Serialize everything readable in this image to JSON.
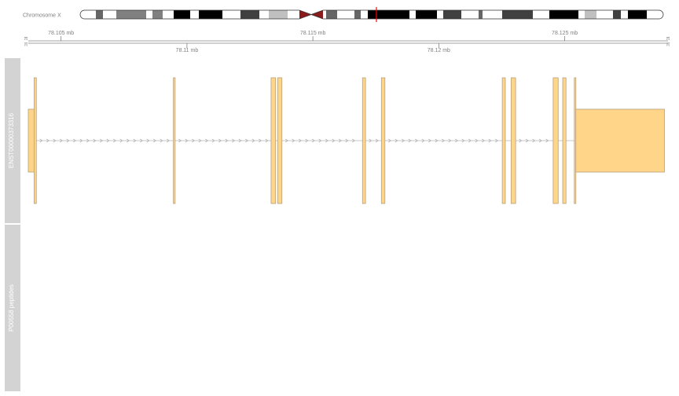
{
  "ideogram": {
    "label": "Chromosome X",
    "bands": [
      {
        "w": 20,
        "fill": "#ffffff"
      },
      {
        "w": 9,
        "fill": "#666666"
      },
      {
        "w": 17,
        "fill": "#ffffff"
      },
      {
        "w": 38,
        "fill": "#808080"
      },
      {
        "w": 8,
        "fill": "#ffffff"
      },
      {
        "w": 13,
        "fill": "#808080"
      },
      {
        "w": 14,
        "fill": "#ffffff"
      },
      {
        "w": 21,
        "fill": "#000000"
      },
      {
        "w": 11,
        "fill": "#ffffff"
      },
      {
        "w": 30,
        "fill": "#000000"
      },
      {
        "w": 23,
        "fill": "#ffffff"
      },
      {
        "w": 24,
        "fill": "#404040"
      },
      {
        "w": 12,
        "fill": "#ffffff"
      },
      {
        "w": 24,
        "fill": "#c0c0c0"
      },
      {
        "w": 15,
        "fill": "#ffffff"
      },
      {
        "centromere": true,
        "w": 30,
        "fill": "#8b1a1a"
      },
      {
        "w": 4,
        "fill": "#ffffff"
      },
      {
        "w": 14,
        "fill": "#666666"
      },
      {
        "w": 22,
        "fill": "#ffffff"
      },
      {
        "w": 8,
        "fill": "#666666"
      },
      {
        "w": 9,
        "fill": "#ffffff"
      },
      {
        "w": 12,
        "fill": "#000000"
      },
      {
        "w": 41,
        "fill": "#000000"
      },
      {
        "w": 8,
        "fill": "#ffffff"
      },
      {
        "w": 27,
        "fill": "#000000"
      },
      {
        "w": 8,
        "fill": "#ffffff"
      },
      {
        "w": 23,
        "fill": "#404040"
      },
      {
        "w": 22,
        "fill": "#ffffff"
      },
      {
        "w": 5,
        "fill": "#666666"
      },
      {
        "w": 25,
        "fill": "#ffffff"
      },
      {
        "w": 39,
        "fill": "#404040"
      },
      {
        "w": 21,
        "fill": "#ffffff"
      },
      {
        "w": 37,
        "fill": "#000000"
      },
      {
        "w": 8,
        "fill": "#ffffff"
      },
      {
        "w": 15,
        "fill": "#c0c0c0"
      },
      {
        "w": 21,
        "fill": "#ffffff"
      },
      {
        "w": 10,
        "fill": "#404040"
      },
      {
        "w": 9,
        "fill": "#ffffff"
      },
      {
        "w": 24,
        "fill": "#000000"
      },
      {
        "w": 21,
        "fill": "#ffffff"
      }
    ],
    "highlight_color": "#ff0000"
  },
  "axis": {
    "range_mb": [
      78.1037,
      78.1291
    ],
    "top_ticks": [
      {
        "value": 78.105,
        "label": "78.105 mb"
      },
      {
        "value": 78.115,
        "label": "78.115 mb"
      },
      {
        "value": 78.125,
        "label": "78.125 mb"
      }
    ],
    "bottom_ticks": [
      {
        "value": 78.11,
        "label": "78.11 mb"
      },
      {
        "value": 78.12,
        "label": "78.12 mb"
      }
    ],
    "end_glyph": "π",
    "color": "#808080"
  },
  "tracks": [
    {
      "label": "ENST00000373316"
    },
    {
      "label": "P00558 peptides"
    }
  ],
  "transcript": {
    "exon_fill": "#ffd58a",
    "exon_stroke": "#b8a07a",
    "intron_color": "#b4b4b4",
    "exons": [
      {
        "start": 78.1037,
        "end": 78.10393,
        "kind": "utr"
      },
      {
        "start": 78.10393,
        "end": 78.10402,
        "kind": "cds"
      },
      {
        "start": 78.10946,
        "end": 78.10953,
        "kind": "cds"
      },
      {
        "start": 78.11334,
        "end": 78.11352,
        "kind": "cds"
      },
      {
        "start": 78.1136,
        "end": 78.11377,
        "kind": "cds"
      },
      {
        "start": 78.11697,
        "end": 78.11709,
        "kind": "cds"
      },
      {
        "start": 78.11772,
        "end": 78.11786,
        "kind": "cds"
      },
      {
        "start": 78.12252,
        "end": 78.12264,
        "kind": "cds"
      },
      {
        "start": 78.12287,
        "end": 78.12305,
        "kind": "cds"
      },
      {
        "start": 78.12454,
        "end": 78.12474,
        "kind": "cds"
      },
      {
        "start": 78.12492,
        "end": 78.12505,
        "kind": "cds"
      },
      {
        "start": 78.12538,
        "end": 78.12544,
        "kind": "cds"
      },
      {
        "start": 78.12544,
        "end": 78.12896,
        "kind": "utr"
      }
    ]
  }
}
